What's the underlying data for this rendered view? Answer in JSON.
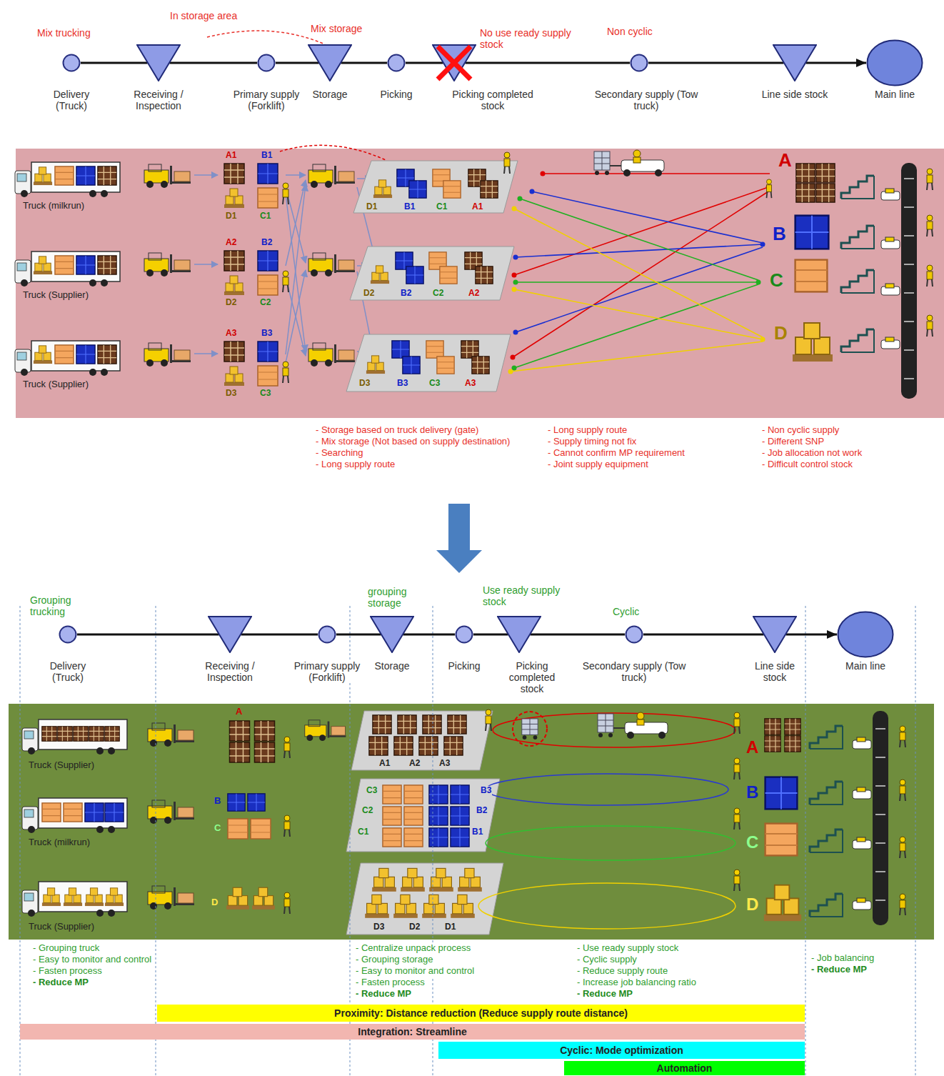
{
  "diagram": {
    "nodes": [
      {
        "text": [
          "Delivery (Truck)"
        ]
      },
      {
        "text": [
          "Receiving / Inspection"
        ]
      },
      {
        "text": [
          "Primary supply (Forklift)"
        ]
      },
      {
        "text": [
          "Storage"
        ]
      },
      {
        "text": [
          "Picking"
        ]
      },
      {
        "text": [
          "Picking completed stock"
        ]
      },
      {
        "text": [
          "Secondary supply (Tow truck)"
        ]
      },
      {
        "text": [
          "Line side stock"
        ]
      },
      {
        "text": [
          "Main line"
        ]
      },
      {
        "text": [
          "Delivery (Truck)"
        ]
      },
      {
        "text": [
          "Receiving / Inspection"
        ]
      },
      {
        "text": [
          "Primary supply (Forklift)"
        ]
      },
      {
        "text": [
          "Storage"
        ]
      },
      {
        "text": [
          "Picking"
        ]
      },
      {
        "text": [
          "Picking completed stock"
        ]
      },
      {
        "text": [
          "Secondary supply (Tow truck)"
        ]
      },
      {
        "text": [
          "Line side stock"
        ]
      },
      {
        "text": [
          "Main line"
        ]
      },
      {
        "text": [
          "Proximity: Distance reduction (Reduce supply route distance)"
        ]
      },
      {
        "text": [
          "Integration: Streamline"
        ]
      },
      {
        "text": [
          "Cyclic: Mode optimization"
        ]
      },
      {
        "text": [
          "Automation"
        ]
      }
    ],
    "edges": [
      {
        "from": 0,
        "to": 1,
        "arrow": "none"
      },
      {
        "from": 1,
        "to": 2,
        "arrow": "none"
      },
      {
        "from": 2,
        "to": 3,
        "arrow": "none"
      },
      {
        "from": 3,
        "to": 4,
        "arrow": "none"
      },
      {
        "from": 4,
        "to": 5,
        "arrow": "none"
      },
      {
        "from": 5,
        "to": 6,
        "arrow": "none"
      },
      {
        "from": 6,
        "to": 7,
        "arrow": "none"
      },
      {
        "from": 7,
        "to": 8,
        "arrow": "to"
      },
      {
        "from": 9,
        "to": 10,
        "arrow": "none"
      },
      {
        "from": 10,
        "to": 11,
        "arrow": "none"
      },
      {
        "from": 11,
        "to": 12,
        "arrow": "none"
      },
      {
        "from": 12,
        "to": 13,
        "arrow": "none"
      },
      {
        "from": 13,
        "to": 14,
        "arrow": "none"
      },
      {
        "from": 14,
        "to": 15,
        "arrow": "none"
      },
      {
        "from": 15,
        "to": 16,
        "arrow": "none"
      },
      {
        "from": 16,
        "to": 17,
        "arrow": "to"
      }
    ],
    "labels": [
      "Mix trucking",
      "In storage area",
      "Mix storage",
      "No use ready supply stock",
      "Non cyclic",
      "Truck (milkrun)",
      "Truck (Supplier)",
      "Truck (Supplier)",
      "A1",
      "B1",
      "D1",
      "C1",
      "A2",
      "B2",
      "D2",
      "C2",
      "A3",
      "B3",
      "D3",
      "C3",
      "D1",
      "B1",
      "C1",
      "A1",
      "D2",
      "B2",
      "C2",
      "A2",
      "D3",
      "B3",
      "C3",
      "A3",
      "A",
      "B",
      "C",
      "D",
      "- Storage based on truck delivery (gate)",
      "- Mix storage (Not based on supply destination)",
      "- Searching",
      "- Long supply route",
      "- Long supply route",
      "- Supply timing not fix",
      "- Cannot confirm MP requirement",
      "- Joint supply equipment",
      "- Non cyclic supply",
      "- Different SNP",
      "- Job allocation not work",
      "- Difficult control stock",
      "Grouping trucking",
      "grouping storage",
      "Use ready supply stock",
      "Cyclic",
      "Truck (Supplier)",
      "Truck (milkrun)",
      "Truck (Supplier)",
      "A",
      "B",
      "C",
      "D",
      "A1",
      "A2",
      "A3",
      "B3",
      "B2",
      "B1",
      "C3",
      "C2",
      "C1",
      "D3",
      "D2",
      "D1",
      "A",
      "B",
      "C",
      "D",
      "- Grouping truck",
      "- Easy to monitor and control",
      "- Fasten process",
      "- Reduce MP",
      "- Centralize unpack process",
      "- Grouping storage",
      "- Easy to monitor and control",
      "- Fasten process",
      "- Reduce MP",
      "- Use ready supply stock",
      "- Cyclic supply",
      "- Reduce supply route",
      "- Increase job balancing ratio",
      "- Reduce MP",
      "- Job balancing",
      "- Reduce MP"
    ]
  }
}
